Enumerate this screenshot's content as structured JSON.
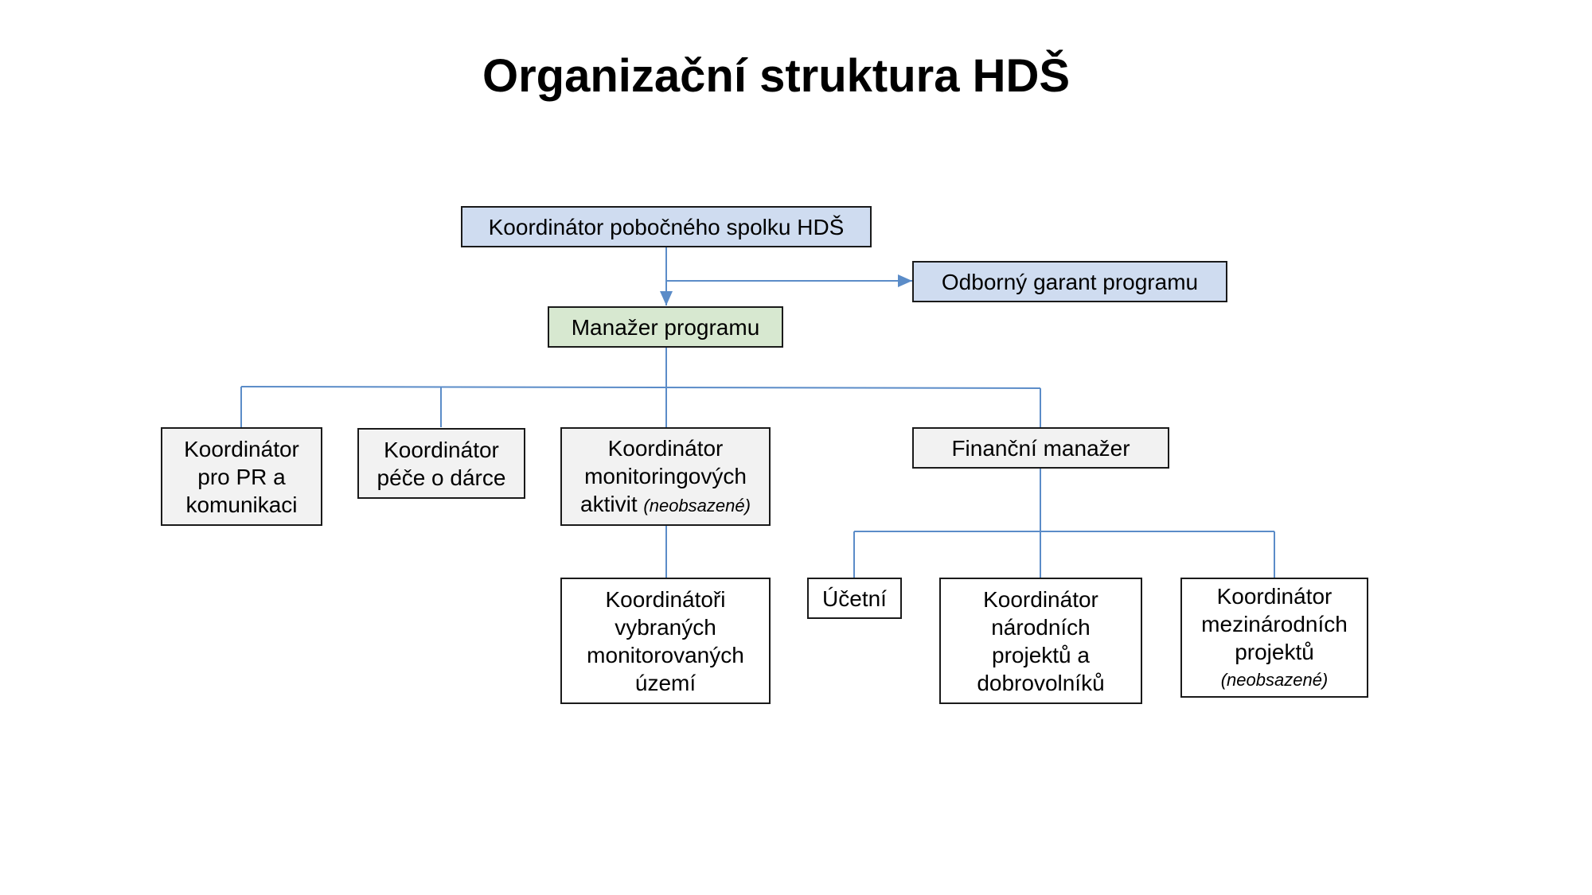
{
  "title": "Organizační struktura HDŠ",
  "colors": {
    "connector": "#5b8cc8",
    "coordinator_fill": "#cfdcf0",
    "manager_fill": "#d7e8d0",
    "unit_fill": "#f2f2f2",
    "leaf_fill": "#ffffff"
  },
  "nodes": {
    "coordinator": {
      "label": "Koordinátor pobočného spolku HDŠ"
    },
    "guarantor": {
      "label": "Odborný garant programu"
    },
    "program_manager": {
      "label": "Manažer programu"
    },
    "pr_coordinator": {
      "lines": [
        "Koordinátor",
        "pro PR a",
        "komunikaci"
      ]
    },
    "donor_care": {
      "lines": [
        "Koordinátor",
        "péče o dárce"
      ]
    },
    "monitoring_coordinator": {
      "lines": [
        "Koordinátor",
        "monitoringových"
      ],
      "last_line": "aktivit",
      "note": "(neobsazené)"
    },
    "finance_manager": {
      "label": "Finanční manažer"
    },
    "area_coordinators": {
      "lines": [
        "Koordinátoři",
        "vybraných",
        "monitorovaných",
        "území"
      ]
    },
    "accountant": {
      "label": "Účetní"
    },
    "national_projects": {
      "lines": [
        "Koordinátor",
        "národních",
        "projektů a",
        "dobrovolníků"
      ]
    },
    "international_projects": {
      "lines": [
        "Koordinátor",
        "mezinárodních",
        "projektů"
      ],
      "note": "(neobsazené)"
    }
  }
}
